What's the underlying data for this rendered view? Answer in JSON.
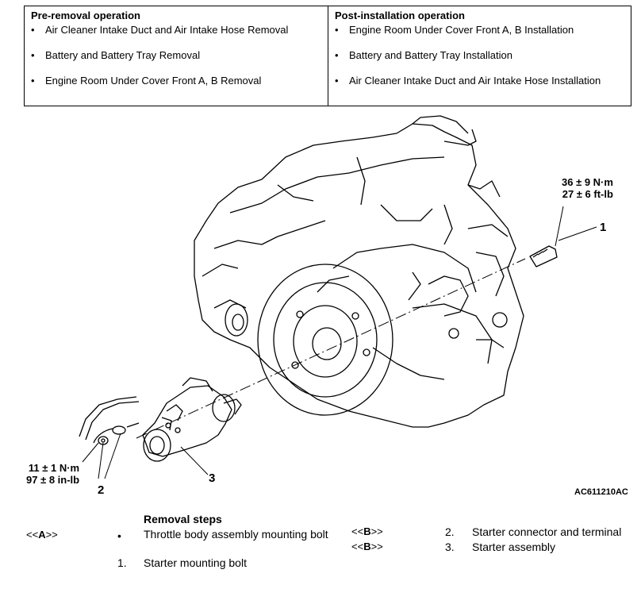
{
  "pre_removal": {
    "heading": "Pre-removal operation",
    "items": [
      "Air Cleaner Intake Duct and Air Intake Hose Removal",
      "Battery and Battery Tray Removal",
      "Engine Room Under Cover Front A, B Removal"
    ]
  },
  "post_installation": {
    "heading": "Post-installation operation",
    "items": [
      "Engine Room Under Cover Front A, B Installation",
      "Battery and Battery Tray Installation",
      "Air Cleaner Intake Duct and Air Intake Hose Installation"
    ]
  },
  "figure": {
    "torque_bolt": [
      "36 ± 9 N·m",
      "27 ± 6 ft-lb"
    ],
    "torque_terminal": [
      "11 ± 1 N·m",
      "97 ± 8 in-lb"
    ],
    "callouts": [
      "1",
      "2",
      "3"
    ],
    "code": "AC611210AC"
  },
  "removal_steps": {
    "title": "Removal steps",
    "steps": [
      {
        "note_open": "<<",
        "note_letter": "A",
        "note_close": ">>",
        "marker": "•",
        "text": "Throttle body assembly mounting bolt"
      },
      {
        "marker": "1.",
        "text": "Starter mounting bolt"
      },
      {
        "note_open": "<<",
        "note_letter": "B",
        "note_close": ">>",
        "marker": "2.",
        "text": "Starter connector and terminal"
      },
      {
        "note_open": "<<",
        "note_letter": "B",
        "note_close": ">>",
        "marker": "3.",
        "text": "Starter assembly"
      }
    ]
  }
}
